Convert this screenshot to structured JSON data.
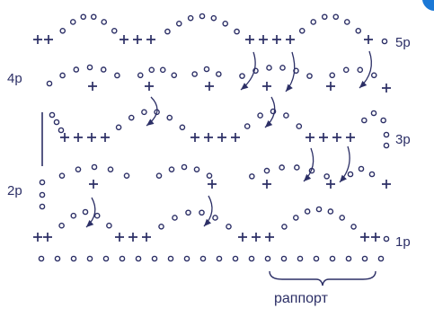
{
  "diagram": {
    "title": "",
    "row_labels": [
      "5р",
      "4р",
      "3р",
      "2р",
      "1р"
    ],
    "repeat_label": "раппорт",
    "symbols": {
      "chain": "открытый кружок",
      "single_crochet": "плюс"
    },
    "colors": {
      "ink": "#2c2f66",
      "background": "#ffffff",
      "corner_accent": "#1a78d6"
    },
    "icons": [
      "chain-stitch-icon",
      "single-crochet-icon",
      "arrow-icon",
      "brace-icon"
    ]
  }
}
